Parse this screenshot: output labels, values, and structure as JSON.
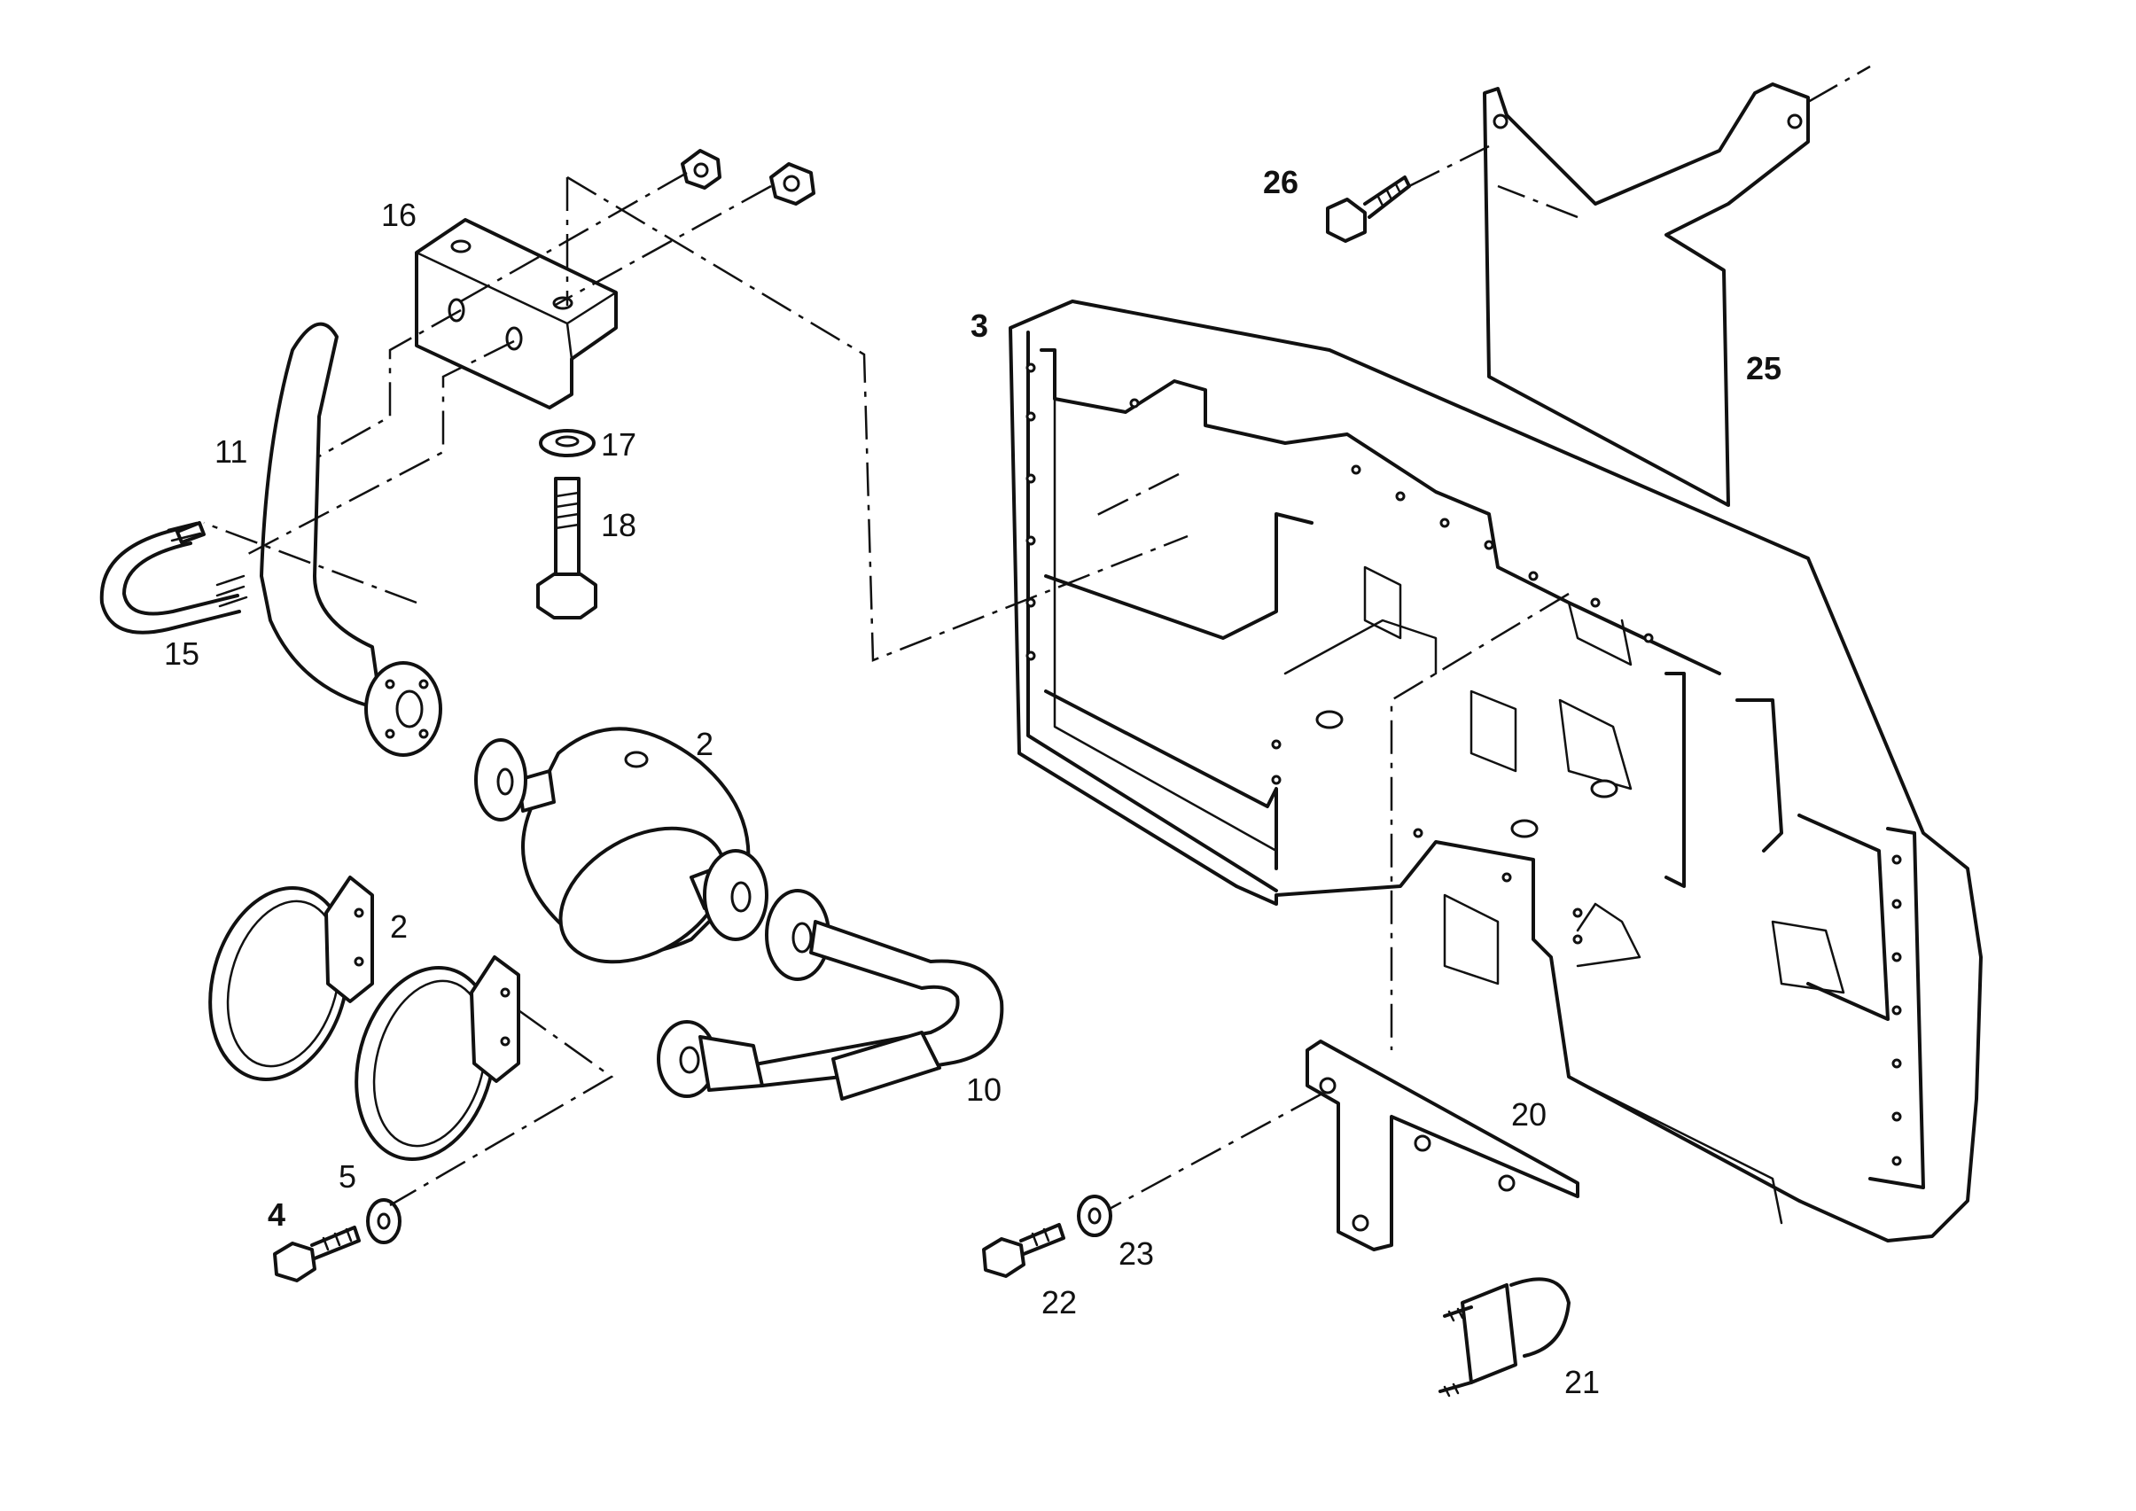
{
  "callouts": {
    "c2_muffler": "2",
    "c2_clamps": "2",
    "c3": "3",
    "c4": "4",
    "c5": "5",
    "c10": "10",
    "c11": "11",
    "c15": "15",
    "c16": "16",
    "c17": "17",
    "c18": "18",
    "c20": "20",
    "c21": "21",
    "c22": "22",
    "c23": "23",
    "c25": "25",
    "c26": "26"
  },
  "colors": {
    "line": "#111111",
    "background": "#ffffff"
  }
}
